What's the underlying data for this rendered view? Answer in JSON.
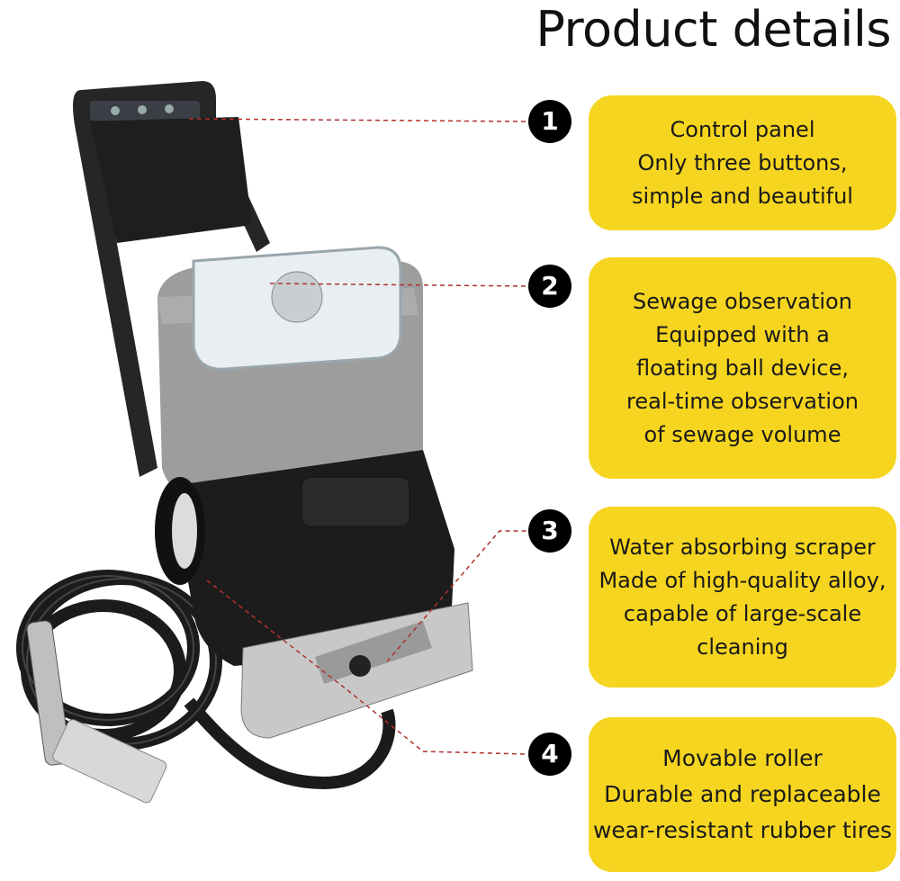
{
  "title": "Product details",
  "features": [
    {
      "number": "1",
      "lines": [
        "Control panel",
        "Only three buttons,",
        "simple and beautiful"
      ]
    },
    {
      "number": "2",
      "lines": [
        "Sewage observation",
        "Equipped with a",
        "floating ball device,",
        "real-time observation",
        "of sewage volume"
      ]
    },
    {
      "number": "3",
      "lines": [
        "Water absorbing scraper",
        "Made of high-quality alloy,",
        "capable of large-scale",
        "cleaning"
      ]
    },
    {
      "number": "4",
      "lines": [
        "Movable roller",
        "Durable and replaceable",
        "wear-resistant rubber tires"
      ]
    }
  ],
  "colors": {
    "card": "#f5d51f",
    "badge": "#000000",
    "leader_line": "#b03030"
  },
  "icons": [
    "carpet-extractor-image"
  ]
}
